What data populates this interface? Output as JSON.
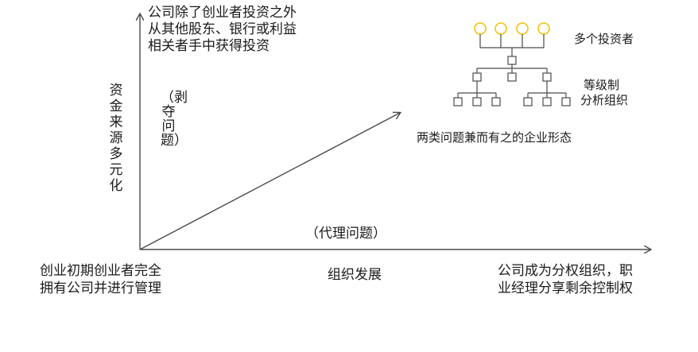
{
  "labels": {
    "top_source": [
      "公司除了创业者投资之外",
      "从其他股东、银行或利益",
      "相关者手中获得投资"
    ],
    "y_axis": "资金来源多元化",
    "expropriation": "（剥夺问题）",
    "agency": "（代理问题）",
    "origin": [
      "创业初期创业者完全",
      "拥有公司并进行管理"
    ],
    "x_axis": "组织发展",
    "right_end": [
      "公司成为分权组织，职",
      "业经理分享剩余控制权"
    ],
    "investors": "多个投资者",
    "hierarchy": [
      "等级制",
      "分析组织"
    ],
    "both": "两类问题兼而有之的企业形态"
  },
  "colors": {
    "line": "#4a4a4a",
    "investor_circle": "#f2c200",
    "text": "#1a1a1a"
  }
}
